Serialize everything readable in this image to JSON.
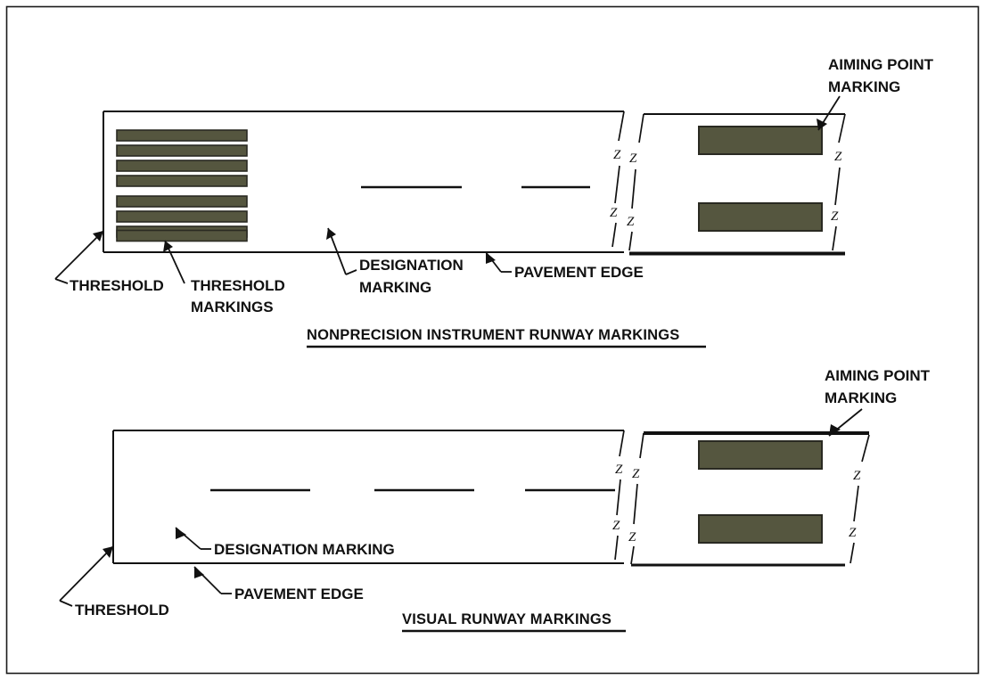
{
  "page": {
    "border_color": "#1a1a1a",
    "background": "#ffffff",
    "line_color": "#111111"
  },
  "colors": {
    "marking_fill": "#55563f",
    "marking_stroke": "#2a2a22",
    "line": "#111111"
  },
  "diagrams": [
    {
      "id": "nonprecision",
      "title": "NONPRECISION INSTRUMENT RUNWAY MARKINGS",
      "labels": {
        "threshold": "THRESHOLD",
        "threshold_markings_line1": "THRESHOLD",
        "threshold_markings_line2": "MARKINGS",
        "designation_line1": "DESIGNATION",
        "designation_line2": "MARKING",
        "pavement_edge": "PAVEMENT EDGE",
        "aiming_point_line1": "AIMING POINT",
        "aiming_point_line2": "MARKING"
      },
      "threshold_bar_count": 8,
      "centerline_dash_count": 2,
      "aiming_point_count": 2,
      "break_marks": "Z"
    },
    {
      "id": "visual",
      "title": "VISUAL RUNWAY MARKINGS",
      "labels": {
        "threshold": "THRESHOLD",
        "designation": "DESIGNATION MARKING",
        "pavement_edge": "PAVEMENT EDGE",
        "aiming_point_line1": "AIMING POINT",
        "aiming_point_line2": "MARKING"
      },
      "threshold_bar_count": 0,
      "centerline_dash_count": 3,
      "aiming_point_count": 2,
      "break_marks": "Z"
    }
  ],
  "break_mark_glyph": "Z"
}
